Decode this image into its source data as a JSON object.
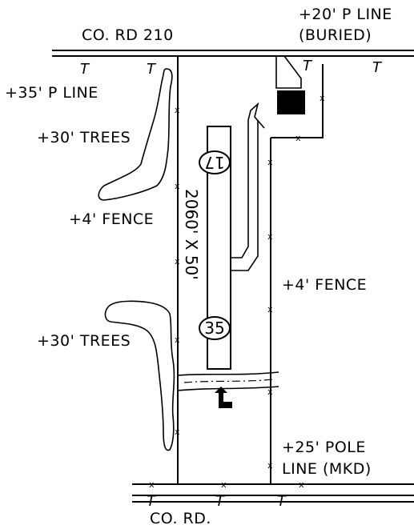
{
  "labels": {
    "road_top": "CO. RD 210",
    "pline_top_1": "+20' P LINE",
    "pline_top_2": "(BURIED)",
    "pline_left": "+35' P LINE",
    "trees_upper": "+30' TREES",
    "fence_left": "+4' FENCE",
    "fence_right": "+4' FENCE",
    "trees_lower": "+30' TREES",
    "pole_line_1": "+25' POLE",
    "pole_line_2": "LINE (MKD)",
    "road_bottom": "CO. RD."
  },
  "runway": {
    "dimensions": "2060' X 50'",
    "end_north": "17",
    "end_south": "35"
  },
  "symbols": {
    "road_marker": "T",
    "fence_marker": "x"
  }
}
